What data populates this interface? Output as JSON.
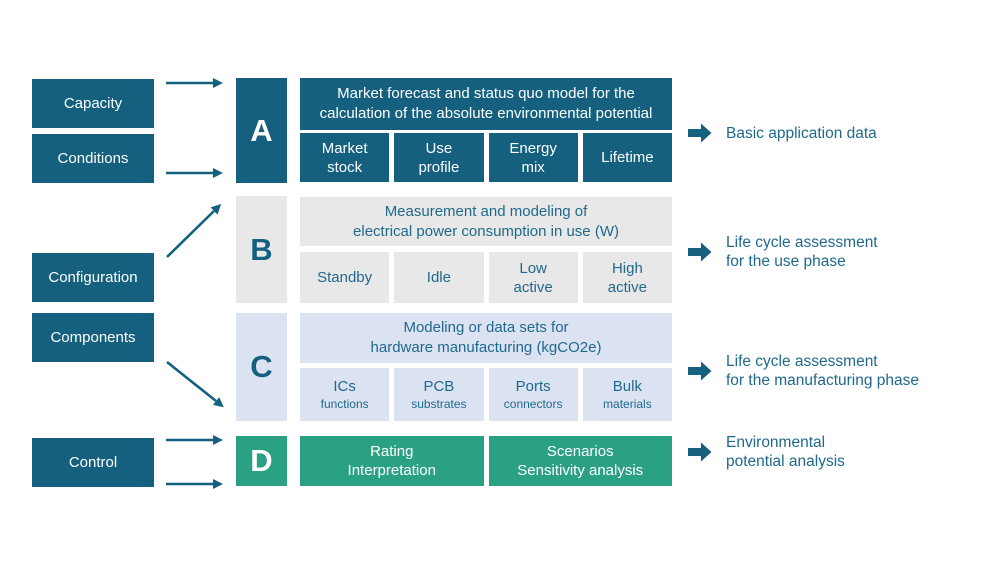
{
  "colors": {
    "dark-teal": "#14607e",
    "teal-text": "#20698c",
    "green": "#2aa182",
    "light-gray": "#e8e8e8",
    "light-blue": "#dbe3f2",
    "background": "#ffffff"
  },
  "inputs": [
    {
      "label": "Capacity"
    },
    {
      "label": "Conditions"
    },
    {
      "label": "Configuration"
    },
    {
      "label": "Components"
    },
    {
      "label": "Control"
    }
  ],
  "rows": {
    "A": {
      "letter": "A",
      "header1": "Market forecast and status quo model for the",
      "header2": "calculation of the absolute environmental potential",
      "cells": [
        {
          "line1": "Market",
          "line2": "stock"
        },
        {
          "line1": "Use",
          "line2": "profile"
        },
        {
          "line1": "Energy",
          "line2": "mix"
        },
        {
          "line1": "Lifetime",
          "line2": ""
        }
      ]
    },
    "B": {
      "letter": "B",
      "header1": "Measurement and modeling of",
      "header2": "electrical power consumption in use (W)",
      "cells": [
        {
          "line1": "Standby",
          "line2": ""
        },
        {
          "line1": "Idle",
          "line2": ""
        },
        {
          "line1": "Low",
          "line2": "active"
        },
        {
          "line1": "High",
          "line2": "active"
        }
      ]
    },
    "C": {
      "letter": "C",
      "header1": "Modeling or data sets for",
      "header2": "hardware manufacturing (kgCO2e)",
      "cells": [
        {
          "line1": "ICs",
          "line2": "functions"
        },
        {
          "line1": "PCB",
          "line2": "substrates"
        },
        {
          "line1": "Ports",
          "line2": "connectors"
        },
        {
          "line1": "Bulk",
          "line2": "materials"
        }
      ]
    },
    "D": {
      "letter": "D",
      "cells": [
        {
          "line1": "Rating",
          "line2": "Interpretation"
        },
        {
          "line1": "Scenarios",
          "line2": "Sensitivity analysis"
        }
      ]
    }
  },
  "outputs": [
    {
      "line1": "Basic application data",
      "line2": ""
    },
    {
      "line1": "Life cycle assessment",
      "line2": "for the use phase"
    },
    {
      "line1": "Life cycle assessment",
      "line2": "for the manufacturing phase"
    },
    {
      "line1": "Environmental",
      "line2": "potential analysis"
    }
  ]
}
